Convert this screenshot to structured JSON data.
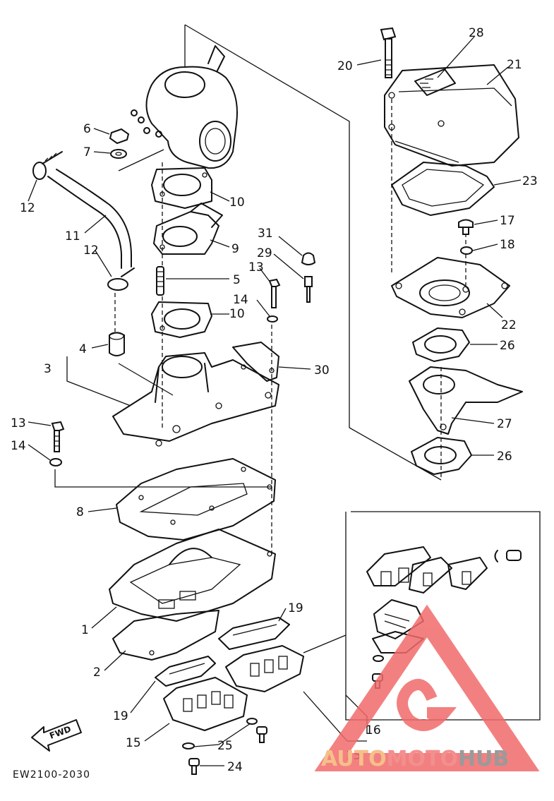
{
  "callouts": [
    {
      "id": "c-20",
      "text": "20"
    },
    {
      "id": "c-28",
      "text": "28"
    },
    {
      "id": "c-21",
      "text": "21"
    },
    {
      "id": "c-6",
      "text": "6"
    },
    {
      "id": "c-7",
      "text": "7"
    },
    {
      "id": "c-12a",
      "text": "12"
    },
    {
      "id": "c-10a",
      "text": "10"
    },
    {
      "id": "c-11",
      "text": "11"
    },
    {
      "id": "c-9",
      "text": "9"
    },
    {
      "id": "c-31",
      "text": "31"
    },
    {
      "id": "c-12b",
      "text": "12"
    },
    {
      "id": "c-29",
      "text": "29"
    },
    {
      "id": "c-13a",
      "text": "13"
    },
    {
      "id": "c-5",
      "text": "5"
    },
    {
      "id": "c-14a",
      "text": "14"
    },
    {
      "id": "c-10b",
      "text": "10"
    },
    {
      "id": "c-4",
      "text": "4"
    },
    {
      "id": "c-3",
      "text": "3"
    },
    {
      "id": "c-30",
      "text": "30"
    },
    {
      "id": "c-13b",
      "text": "13"
    },
    {
      "id": "c-14b",
      "text": "14"
    },
    {
      "id": "c-8",
      "text": "8"
    },
    {
      "id": "c-1",
      "text": "1"
    },
    {
      "id": "c-19a",
      "text": "19"
    },
    {
      "id": "c-2",
      "text": "2"
    },
    {
      "id": "c-19b",
      "text": "19"
    },
    {
      "id": "c-15a",
      "text": "15"
    },
    {
      "id": "c-25",
      "text": "25"
    },
    {
      "id": "c-24",
      "text": "24"
    },
    {
      "id": "c-16",
      "text": "16"
    },
    {
      "id": "c-15b",
      "text": "15"
    },
    {
      "id": "c-23",
      "text": "23"
    },
    {
      "id": "c-17",
      "text": "17"
    },
    {
      "id": "c-18",
      "text": "18"
    },
    {
      "id": "c-22",
      "text": "22"
    },
    {
      "id": "c-26a",
      "text": "26"
    },
    {
      "id": "c-27",
      "text": "27"
    },
    {
      "id": "c-26b",
      "text": "26"
    }
  ],
  "drawing_code": "EW2100-2030",
  "fwd_label": "FWD",
  "watermark": {
    "text_part1": "AUTO",
    "text_part2": "MOTO",
    "text_part3": "HUB",
    "color_part1": "#f5c08a",
    "color_part2": "#f28f8f",
    "color_part3": "#9a9a9a",
    "logo_color": "#f26b6b"
  },
  "colors": {
    "ink": "#111111",
    "background": "#ffffff"
  }
}
